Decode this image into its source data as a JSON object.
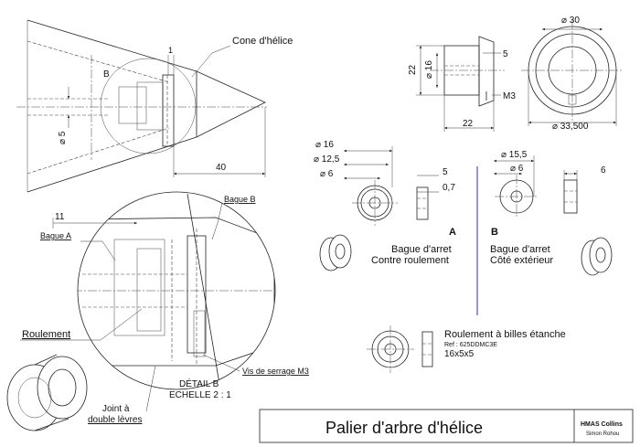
{
  "labels": {
    "cone": "Cone d'hélice",
    "view_b": "B",
    "bague_b": "Bague B",
    "bague_a": "Bague A",
    "roulement": "Roulement",
    "joint_line1": "Joint à",
    "joint_line2": "double lèvres",
    "vis": "Vis de serrage M3",
    "detail_line1": "DÉTAIL B",
    "detail_line2": "ECHELLE 2 : 1",
    "a_letter": "A",
    "a_line1": "Bague d'arret",
    "a_line2": "Contre roulement",
    "b_letter": "B",
    "b_line1": "Bague d'arret",
    "b_line2": "Côté extérieur",
    "bearing_title": "Roulement à billes étanche",
    "bearing_ref": "Ref : 625DDMC3E",
    "bearing_size": "16x5x5"
  },
  "dimensions": {
    "cone_1": "1",
    "cone_d5": "⌀ 5",
    "cone_40": "40",
    "detail_11": "11",
    "top_22h": "22",
    "top_d16": "⌀ 16",
    "top_5": "5",
    "top_m3": "M3",
    "top_22w": "22",
    "top_d30": "⌀ 30",
    "top_d335": "⌀ 33,500",
    "a_d16": "⌀ 16",
    "a_d125": "⌀ 12,5",
    "a_d6": "⌀ 6",
    "a_5": "5",
    "a_07": "0,7",
    "b_d155": "⌀ 15,5",
    "b_d6": "⌀ 6",
    "b_6": "6"
  },
  "title_block": {
    "title": "Palier d'arbre d'hélice",
    "company": "HMAS Collins",
    "author": "Simon Rohou"
  },
  "colors": {
    "separator": "#6b6bd6",
    "ink": "#222222"
  }
}
